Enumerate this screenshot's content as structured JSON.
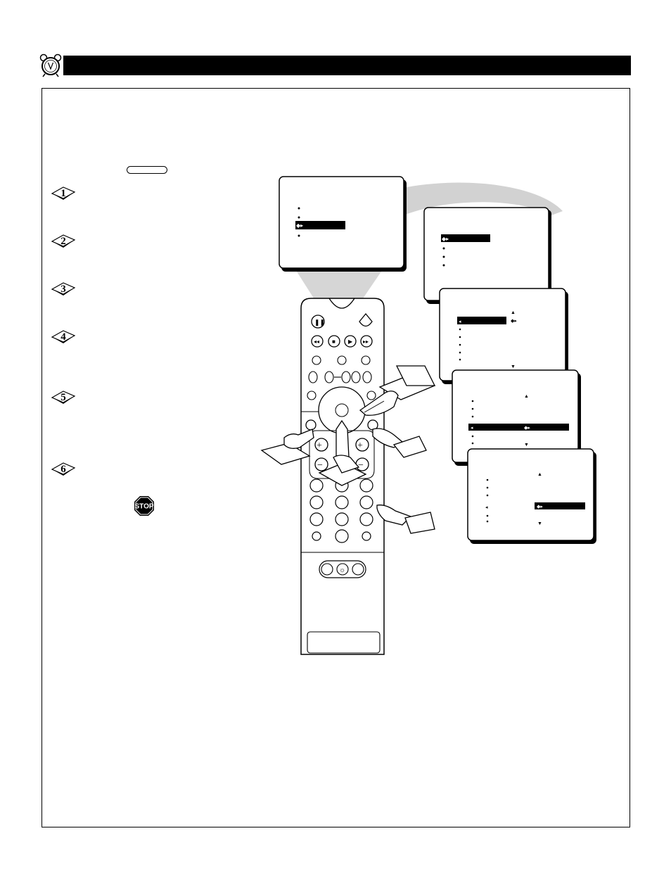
{
  "header": {
    "title": ""
  },
  "key_label": "",
  "steps": [
    {
      "number": "1"
    },
    {
      "number": "2"
    },
    {
      "number": "3"
    },
    {
      "number": "4"
    },
    {
      "number": "5"
    },
    {
      "number": "6"
    }
  ],
  "stop_sign": {
    "label": "STOP",
    "color": "#000000"
  },
  "icons": {
    "header": "alarm-clock-icon",
    "steps": "diamond-step-icon",
    "stop": "stop-sign-icon",
    "remote": "remote-control-icon",
    "hand": "pointing-hand-icon"
  }
}
